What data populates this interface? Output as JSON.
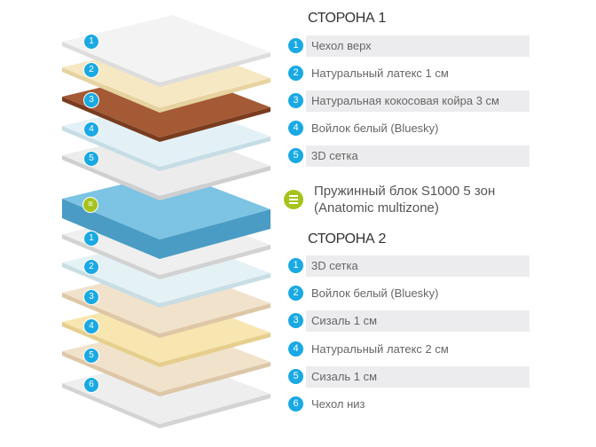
{
  "side1": {
    "title": "СТОРОНА 1",
    "items": [
      {
        "num": "1",
        "label": "Чехол верх"
      },
      {
        "num": "2",
        "label": "Натуральный латекс 1 см"
      },
      {
        "num": "3",
        "label": "Натуральная кокосовая койра 3 см"
      },
      {
        "num": "4",
        "label": "Войлок белый (Bluesky)"
      },
      {
        "num": "5",
        "label": "3D сетка"
      }
    ]
  },
  "spring_block": {
    "line1": "Пружинный блок S1000 5 зон",
    "line2": "(Anatomic multizone)",
    "icon": "menu-lines-icon"
  },
  "side2": {
    "title": "СТОРОНА 2",
    "items": [
      {
        "num": "1",
        "label": "3D сетка"
      },
      {
        "num": "2",
        "label": "Войлок белый (Bluesky)"
      },
      {
        "num": "3",
        "label": "Сизаль 1 см"
      },
      {
        "num": "4",
        "label": "Натуральный латекс 2 см"
      },
      {
        "num": "5",
        "label": "Сизаль 1 см"
      },
      {
        "num": "6",
        "label": "Чехол низ"
      }
    ]
  },
  "colors": {
    "badge": "#19a9e3",
    "spring_icon": "#a5c31c"
  }
}
